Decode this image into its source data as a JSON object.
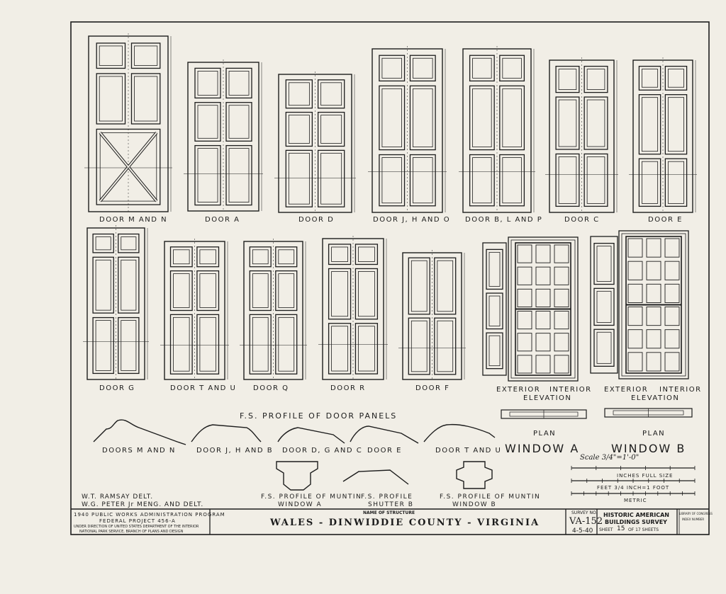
{
  "doors_row1": [
    {
      "label": "DOOR M AND N"
    },
    {
      "label": "DOOR A"
    },
    {
      "label": "DOOR D"
    },
    {
      "label": "DOOR J, H AND O"
    },
    {
      "label": "DOOR B, L AND P"
    },
    {
      "label": "DOOR C"
    },
    {
      "label": "DOOR E"
    }
  ],
  "doors_row2": [
    {
      "label": "DOOR G"
    },
    {
      "label": "DOOR T AND U"
    },
    {
      "label": "DOOR Q"
    },
    {
      "label": "DOOR R"
    },
    {
      "label": "DOOR F"
    }
  ],
  "windows": {
    "a_elevation_labels": [
      "EXTERIOR",
      "INTERIOR",
      "ELEVATION"
    ],
    "b_elevation_labels": [
      "EXTERIOR",
      "INTERIOR",
      "ELEVATION"
    ],
    "plan_label": "PLAN",
    "window_a_title": "WINDOW A",
    "window_b_title": "WINDOW B"
  },
  "profiles": {
    "heading": "F.S. PROFILE OF DOOR PANELS",
    "labels": [
      "DOORS M AND N",
      "DOOR J, H AND B",
      "DOOR D, G AND C",
      "DOOR E",
      "DOOR T AND U"
    ],
    "muntin_a": [
      "F.S. PROFILE OF MUNTIN",
      "WINDOW A"
    ],
    "shutter_b": [
      "F.S. PROFILE",
      "SHUTTER B"
    ],
    "muntin_b": [
      "F.S. PROFILE OF MUNTIN",
      "WINDOW B"
    ]
  },
  "scale": {
    "text": "Scale 3/4\"=1'-0\"",
    "inches_full_size": "INCHES FULL SIZE",
    "feet": "FEET 3/4 INCH=1 FOOT",
    "metric": "METRIC"
  },
  "credits": {
    "line1": "W.T. RAMSAY DELT.",
    "line2": "W.G. PETER Jr MENG. AND DELT."
  },
  "title_block": {
    "wpa_line1": "1940 PUBLIC WORKS ADMINISTRATION PROGRAM",
    "wpa_line2": "FEDERAL PROJECT 456-A",
    "wpa_line3": "UNDER DIRECTION OF UNITED STATES DEPARTMENT OF THE INTERIOR",
    "wpa_line4": "NATIONAL PARK SERVICE, BRANCH OF PLANS AND DESIGN",
    "name_caption": "NAME OF STRUCTURE",
    "structure_name": "WALES - DINWIDDIE COUNTY - VIRGINIA",
    "survey_caption": "SURVEY NO.",
    "survey_no": "VA-152",
    "date": "4-5-40",
    "habs_line1": "HISTORIC AMERICAN",
    "habs_line2": "BUILDINGS SURVEY",
    "sheet_word": "SHEET",
    "sheet_no": "15",
    "sheet_of": "OF 17 SHEETS",
    "loc_line1": "LIBRARY OF CONGRESS",
    "loc_line2": "INDEX NUMBER"
  }
}
